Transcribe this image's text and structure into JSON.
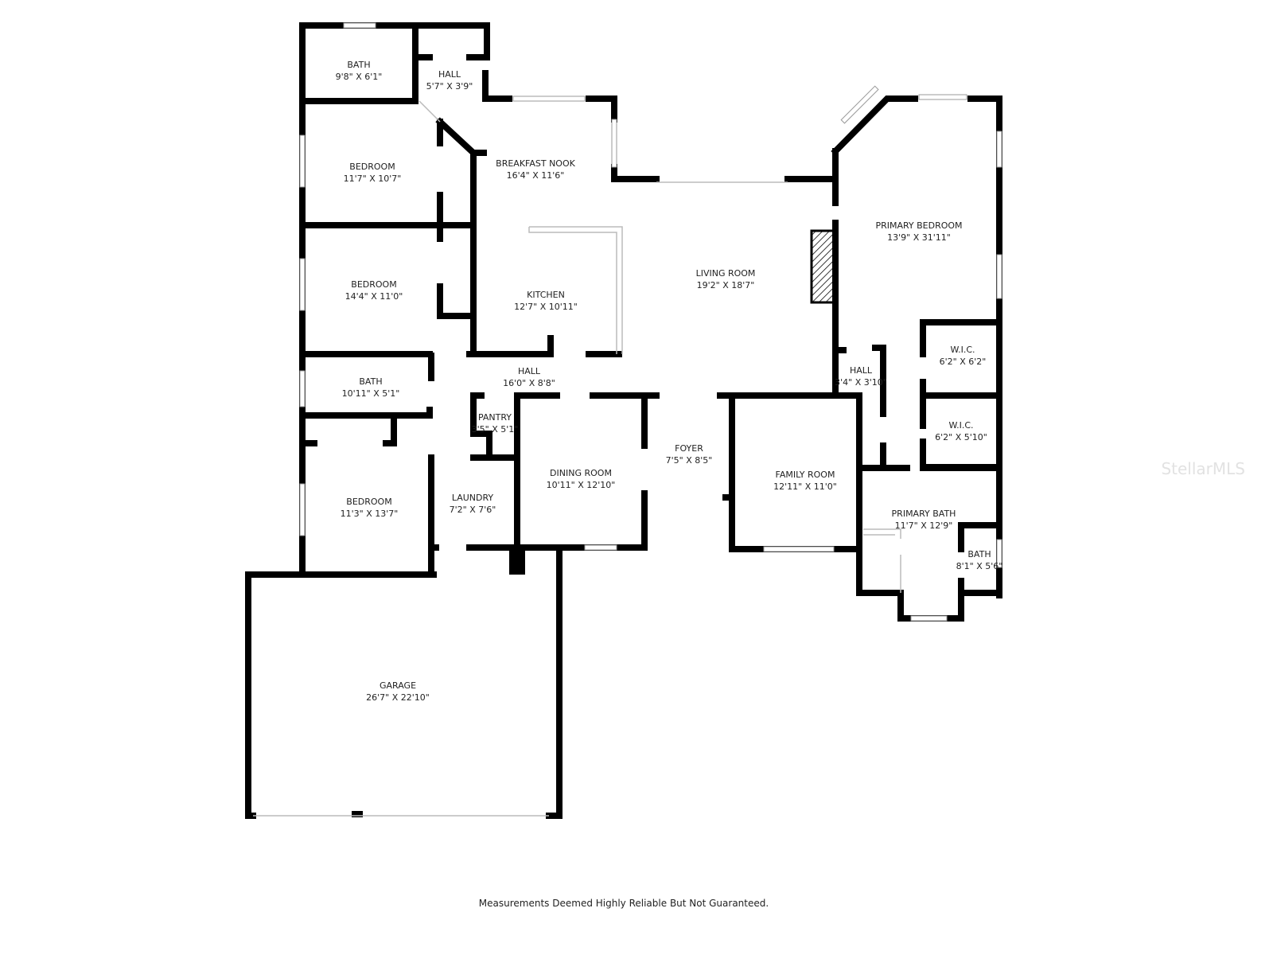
{
  "rooms": {
    "bath1": {
      "name": "BATH",
      "size": "9'8\" X 6'1\""
    },
    "hall1": {
      "name": "HALL",
      "size": "5'7\" X 3'9\""
    },
    "bedroom1": {
      "name": "BEDROOM",
      "size": "11'7\" X 10'7\""
    },
    "breakfast_nook": {
      "name": "BREAKFAST NOOK",
      "size": "16'4\" X 11'6\""
    },
    "bedroom2": {
      "name": "BEDROOM",
      "size": "14'4\" X 11'0\""
    },
    "kitchen": {
      "name": "KITCHEN",
      "size": "12'7\" X 10'11\""
    },
    "living_room": {
      "name": "LIVING ROOM",
      "size": "19'2\" X 18'7\""
    },
    "primary_bedroom": {
      "name": "PRIMARY BEDROOM",
      "size": "13'9\" X 31'11\""
    },
    "bath2": {
      "name": "BATH",
      "size": "10'11\" X 5'1\""
    },
    "hall2": {
      "name": "HALL",
      "size": "16'0\" X 8'8\""
    },
    "pantry": {
      "name": "PANTRY",
      "size": "3'5\" X 5'1\""
    },
    "hall3": {
      "name": "HALL",
      "size": "3'4\" X 3'10\""
    },
    "wic1": {
      "name": "W.I.C.",
      "size": "6'2\" X 6'2\""
    },
    "wic2": {
      "name": "W.I.C.",
      "size": "6'2\" X 5'10\""
    },
    "bedroom3": {
      "name": "BEDROOM",
      "size": "11'3\" X 13'7\""
    },
    "laundry": {
      "name": "LAUNDRY",
      "size": "7'2\" X 7'6\""
    },
    "dining_room": {
      "name": "DINING ROOM",
      "size": "10'11\" X 12'10\""
    },
    "foyer": {
      "name": "FOYER",
      "size": "7'5\" X 8'5\""
    },
    "family_room": {
      "name": "FAMILY ROOM",
      "size": "12'11\" X 11'0\""
    },
    "primary_bath": {
      "name": "PRIMARY BATH",
      "size": "11'7\" X 12'9\""
    },
    "bath3": {
      "name": "BATH",
      "size": "8'1\" X 5'6\""
    },
    "garage": {
      "name": "GARAGE",
      "size": "26'7\" X 22'10\""
    }
  },
  "watermark": "StellarMLS",
  "disclaimer": "Measurements Deemed Highly Reliable But Not Guaranteed."
}
